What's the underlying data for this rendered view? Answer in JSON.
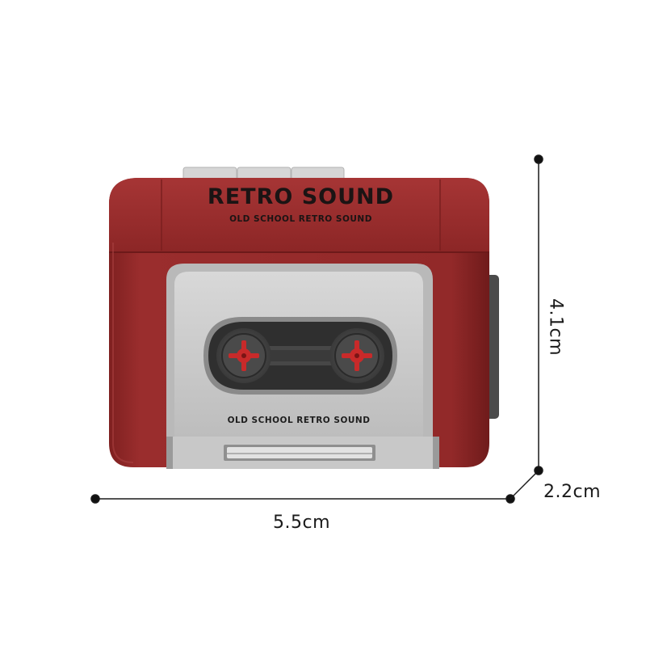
{
  "product": {
    "brand_title": "RETRO SOUND",
    "brand_subtitle": "OLD SCHOOL RETRO SOUND",
    "cassette_label": "OLD SCHOOL RETRO SOUND",
    "body_color": "#922a2a",
    "window_color": "#c9c9c9"
  },
  "dimensions": {
    "width": "5.5cm",
    "height": "4.1cm",
    "depth": "2.2cm"
  }
}
